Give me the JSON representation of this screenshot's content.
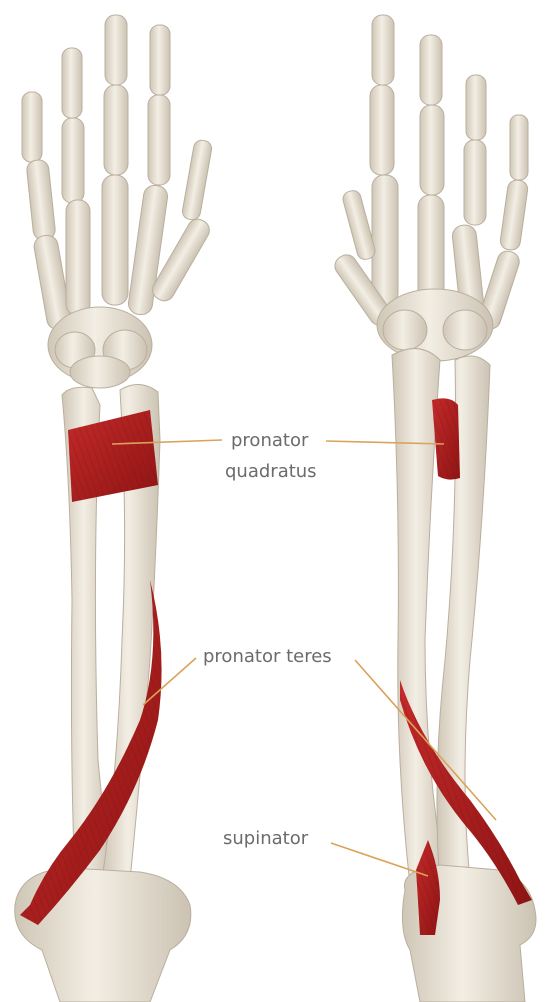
{
  "labels": {
    "pronator_quadratus_line1": "pronator",
    "pronator_quadratus_line2": "quadratus",
    "pronator_teres": "pronator teres",
    "supinator": "supinator"
  },
  "colors": {
    "bone": "#ece5d8",
    "bone_shade": "#c9c0b0",
    "muscle": "#b22222",
    "muscle_dark": "#8e1414",
    "leader_line": "#d9a35a",
    "label_text": "#6b6b6b"
  }
}
